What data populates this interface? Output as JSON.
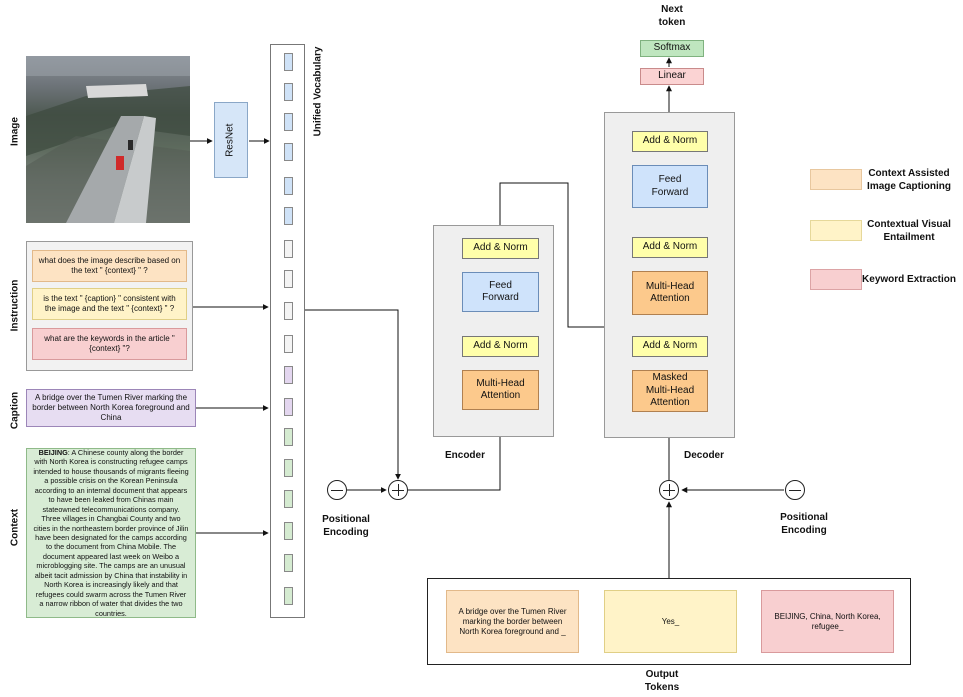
{
  "labels": {
    "image": "Image",
    "instruction": "Instruction",
    "caption": "Caption",
    "context": "Context",
    "unified_vocabulary": "Unified Vocabulary",
    "resnet": "ResNet",
    "encoder": "Encoder",
    "decoder": "Decoder",
    "next_token_line1": "Next",
    "next_token_line2": "token",
    "output_tokens_line1": "Output",
    "output_tokens_line2": "Tokens",
    "positional_encoding_line1": "Positional",
    "positional_encoding_line2": "Encoding"
  },
  "instructions": [
    "what does the image describe based on the text \" {context} \" ?",
    "is the text \" {caption} \" consistent with the image  and the text \" {context} \" ?",
    "what are the keywords in the article \" {context} \"?"
  ],
  "caption_text": "A bridge over the Tumen River marking the border between North Korea foreground and China",
  "context_text": {
    "bold": "BEIJING",
    "body": ":  A Chinese county along the border with North Korea is constructing refugee camps intended to house thousands of migrants fleeing a possible crisis on the Korean Peninsula according to an internal document that appears to have been leaked from Chinas main stateowned telecommunications company. Three villages in Changbai County and two cities in the northeastern border province of Jilin have been designated for the camps according to the document from China Mobile. The document appeared last week on Weibo a microblogging site. The camps are an unusual albeit tacit admission by China that instability in North Korea is increasingly likely and that refugees could swarm across the Tumen River a narrow ribbon of water that divides the two countries."
  },
  "encoder": {
    "add_norm": "Add & Norm",
    "feed_forward": "Feed Forward",
    "multi_head_attention": "Multi-Head Attention"
  },
  "decoder": {
    "add_norm": "Add & Norm",
    "feed_forward": "Feed Forward",
    "multi_head_attention": "Multi-Head Attention",
    "masked_attention": "Masked Multi-Head Attention",
    "linear": "Linear",
    "softmax": "Softmax"
  },
  "outputs": [
    "A bridge over the Tumen River marking the border between North Korea foreground and _",
    "Yes_",
    "BEIJING, China, North Korea, refugee_"
  ],
  "legend": [
    {
      "label": "Context Assisted Image Captioning",
      "color": "#fde3c3"
    },
    {
      "label": "Contextual Visual Entailment",
      "color": "#fff3c8"
    },
    {
      "label": "Keyword Extraction",
      "color": "#f8cfd0"
    }
  ],
  "colors": {
    "instruction_1": "#fde3c3",
    "instruction_2": "#fff3c8",
    "instruction_3": "#f8cfd0",
    "caption_box": "#e7ddf2",
    "context_box": "#d8ecd5",
    "resnet_box": "#d6e6f8",
    "vocab_blue": "#cfe2f7",
    "vocab_white": "#f4f4f4",
    "vocab_purple": "#e3d6ef",
    "vocab_green": "#d5ebd1",
    "linear": "#fbd3d3",
    "softmax": "#bfe6bf"
  }
}
